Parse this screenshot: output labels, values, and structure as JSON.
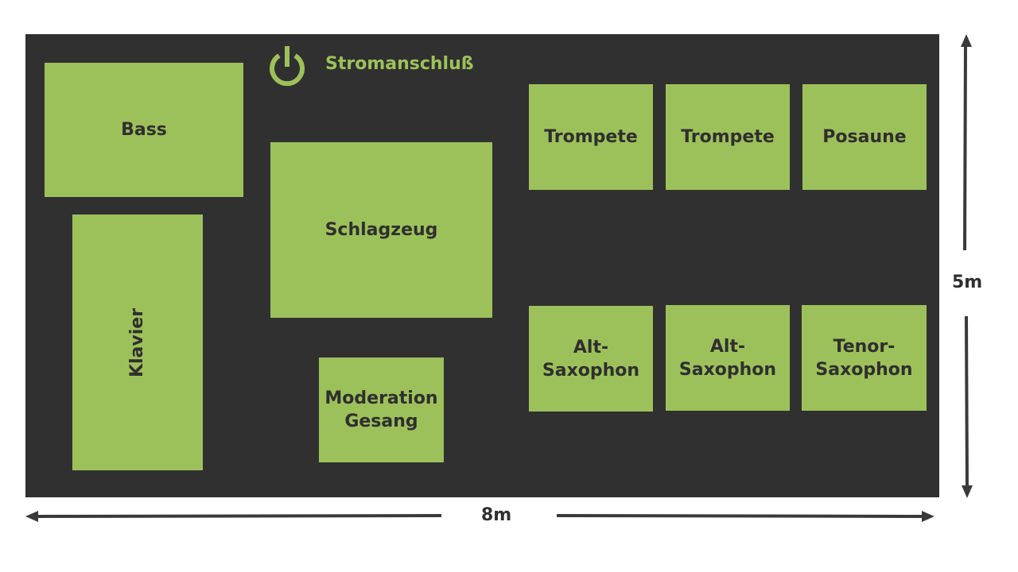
{
  "power": {
    "label": "Stromanschluß",
    "icon": "power-icon"
  },
  "blocks": {
    "bass": "Bass",
    "klavier": "Klavier",
    "schlagzeug": "Schlagzeug",
    "moderation": "Moderation\nGesang",
    "trompete_1": "Trompete",
    "trompete_2": "Trompete",
    "posaune": "Posaune",
    "alt_sax_1": "Alt-\nSaxophon",
    "alt_sax_2": "Alt-\nSaxophon",
    "tenor_sax": "Tenor-\nSaxophon"
  },
  "dimensions": {
    "width": "8m",
    "height": "5m"
  },
  "colors": {
    "stage": "#303030",
    "block": "#9dc15a",
    "text": "#2f2f2f",
    "background": "#ffffff"
  }
}
